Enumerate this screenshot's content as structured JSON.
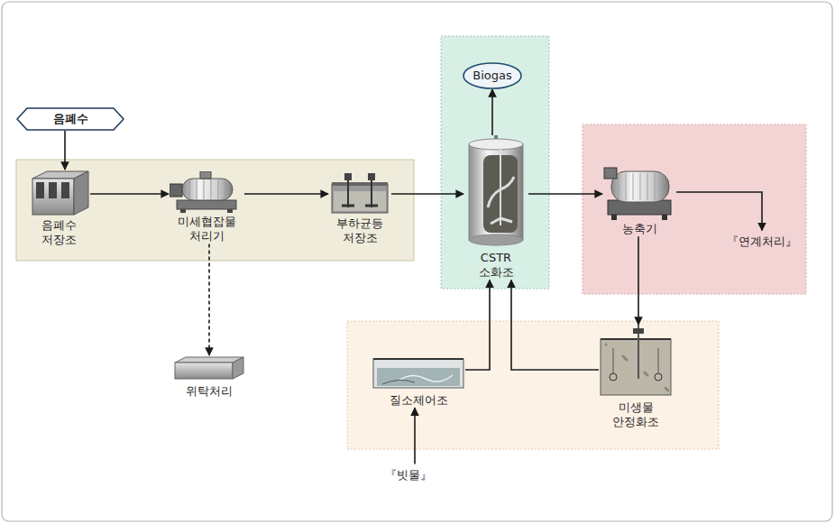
{
  "diagram": {
    "nodes": [
      {
        "text": [
          "음폐수"
        ]
      },
      {
        "text": [
          "Biogas"
        ]
      },
      {
        "text": [
          "음폐수 저장조"
        ]
      },
      {
        "text": [
          "미세협잡물 처리기"
        ]
      },
      {
        "text": [
          "부하균등 저장조"
        ]
      },
      {
        "text": [
          "CSTR 소화조"
        ]
      },
      {
        "text": [
          "농축기"
        ]
      },
      {
        "text": [
          "『연계처리』"
        ]
      },
      {
        "text": [
          "위탁처리"
        ]
      },
      {
        "text": [
          "질소제어조"
        ]
      },
      {
        "text": [
          "미생물 안정화조"
        ]
      },
      {
        "text": [
          "『빗물』"
        ]
      }
    ],
    "edges": [
      {
        "from": 0,
        "to": 2,
        "arrow": "to"
      },
      {
        "from": 2,
        "to": 3,
        "arrow": "to"
      },
      {
        "from": 3,
        "to": 4,
        "arrow": "to"
      },
      {
        "from": 4,
        "to": 5,
        "arrow": "to"
      },
      {
        "from": 3,
        "to": 8,
        "arrow": "to"
      },
      {
        "from": 5,
        "to": 1,
        "arrow": "to"
      },
      {
        "from": 5,
        "to": 6,
        "arrow": "to"
      },
      {
        "from": 6,
        "to": 7,
        "arrow": "to"
      },
      {
        "from": 6,
        "to": 10,
        "arrow": "to"
      },
      {
        "from": 9,
        "to": 5,
        "arrow": "to"
      },
      {
        "from": 10,
        "to": 5,
        "arrow": "to"
      },
      {
        "from": 11,
        "to": 9,
        "arrow": "to"
      }
    ]
  }
}
